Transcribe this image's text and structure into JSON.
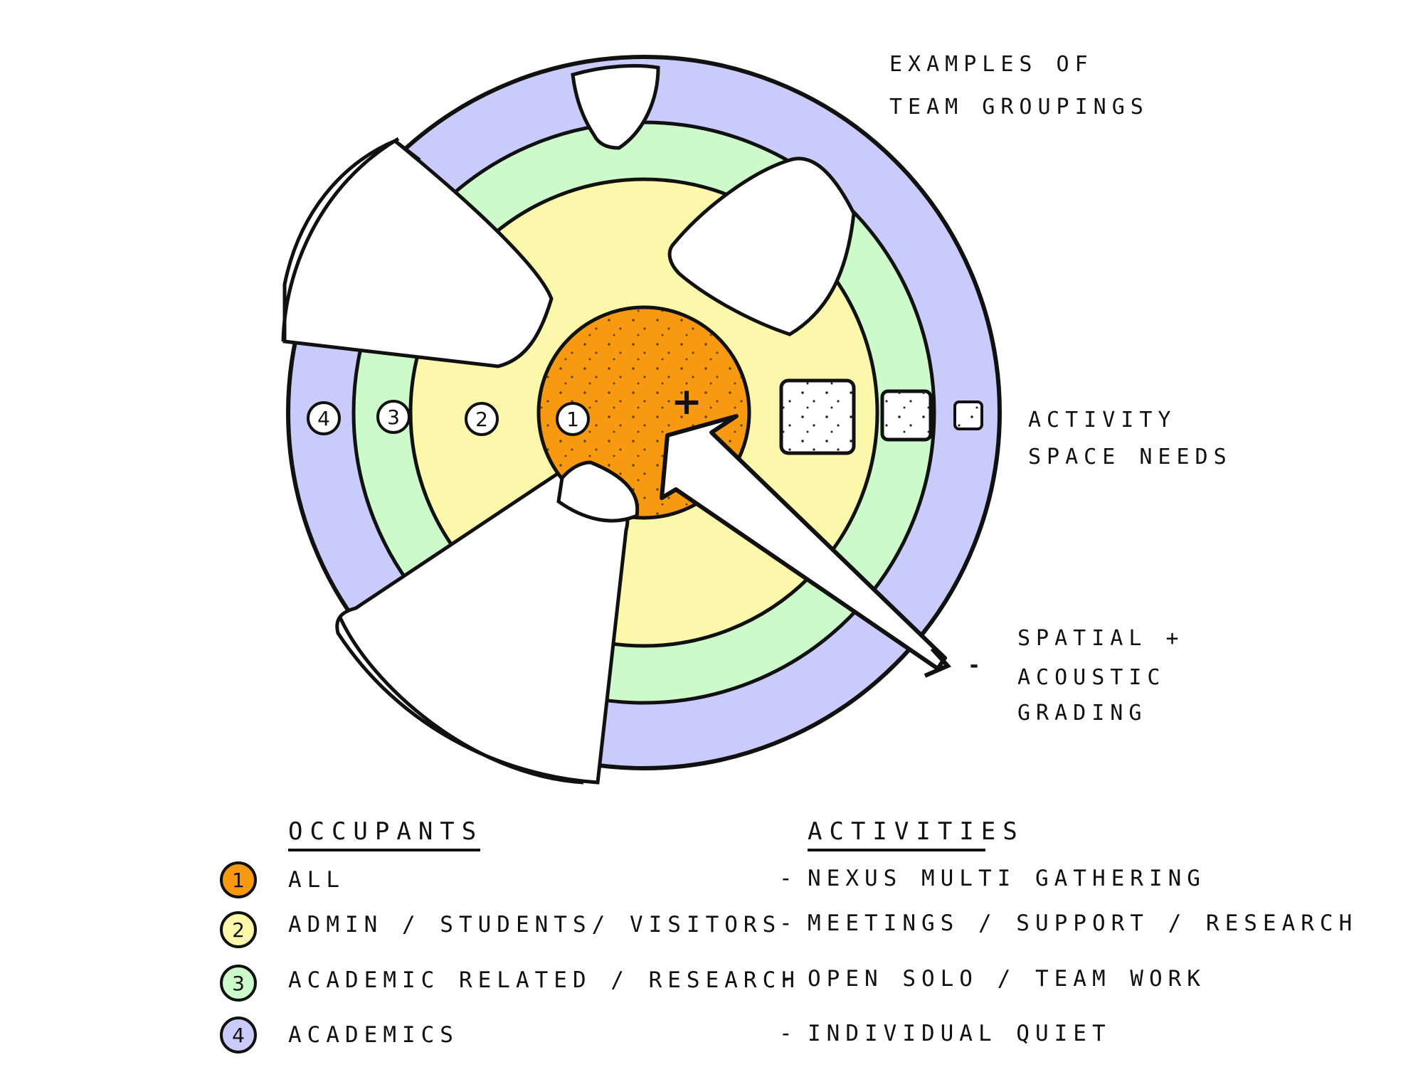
{
  "title": {
    "line1": "EXAMPLES OF",
    "line2": "TEAM GROUPINGS"
  },
  "side_notes": {
    "activity_line1": "ACTIVITY",
    "activity_line2": "SPACE NEEDS",
    "spatial_dash": "-",
    "spatial_line1": "SPATIAL +",
    "spatial_line2": "ACOUSTIC",
    "spatial_line3": "GRADING"
  },
  "center_symbol": "+",
  "ring_numbers": [
    "1",
    "2",
    "3",
    "4"
  ],
  "ring_colors": {
    "ring1": "#f79a12",
    "ring2": "#fbf8ab",
    "ring3": "#cdfacb",
    "ring4": "#c9cbfa"
  },
  "legend": {
    "occupants_heading": "OCCUPANTS",
    "activities_heading": "ACTIVITIES",
    "rows": [
      {
        "number": "1",
        "occupants": "ALL",
        "activity": "NEXUS MULTI GATHERING"
      },
      {
        "number": "2",
        "occupants": "ADMIN / STUDENTS/ VISITORS",
        "activity": "MEETINGS / SUPPORT / RESEARCH"
      },
      {
        "number": "3",
        "occupants": "ACADEMIC RELATED / RESEARCH",
        "activity": "OPEN SOLO / TEAM WORK"
      },
      {
        "number": "4",
        "occupants": "ACADEMICS",
        "activity": "INDIVIDUAL QUIET"
      }
    ],
    "activity_bullet": "-"
  }
}
